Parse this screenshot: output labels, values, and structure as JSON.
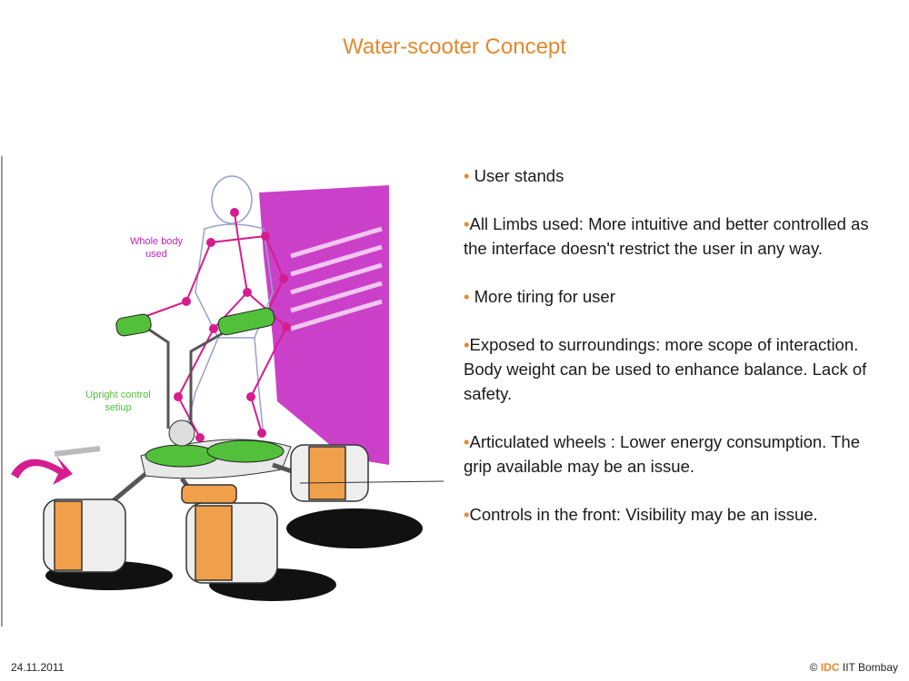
{
  "slide": {
    "title": "Water-scooter Concept",
    "bullet_marker": "•",
    "bullets": [
      "User stands",
      "All Limbs used: More intuitive and better controlled as the interface doesn't restrict the user in any way.",
      "More tiring for user",
      "Exposed to surroundings: more scope of interaction. Body weight can be used to enhance balance. Lack of safety.",
      "Articulated wheels : Lower energy consumption. The grip available may be an issue.",
      "Controls in the front: Visibility may be an issue."
    ]
  },
  "sketch": {
    "label_whole_body_line1": "Whole body",
    "label_whole_body_line2": "used",
    "label_upright_line1": "Upright control",
    "label_upright_line2": "setiup"
  },
  "footer": {
    "date": "24.11.2011",
    "copyright_symbol": "©",
    "brand_idc": "IDC",
    "brand_rest": "IIT Bombay"
  },
  "colors": {
    "accent": "#e4892f",
    "magenta": "#c21fbf",
    "green": "#52c03a",
    "wheel_orange": "#f0a04a"
  }
}
